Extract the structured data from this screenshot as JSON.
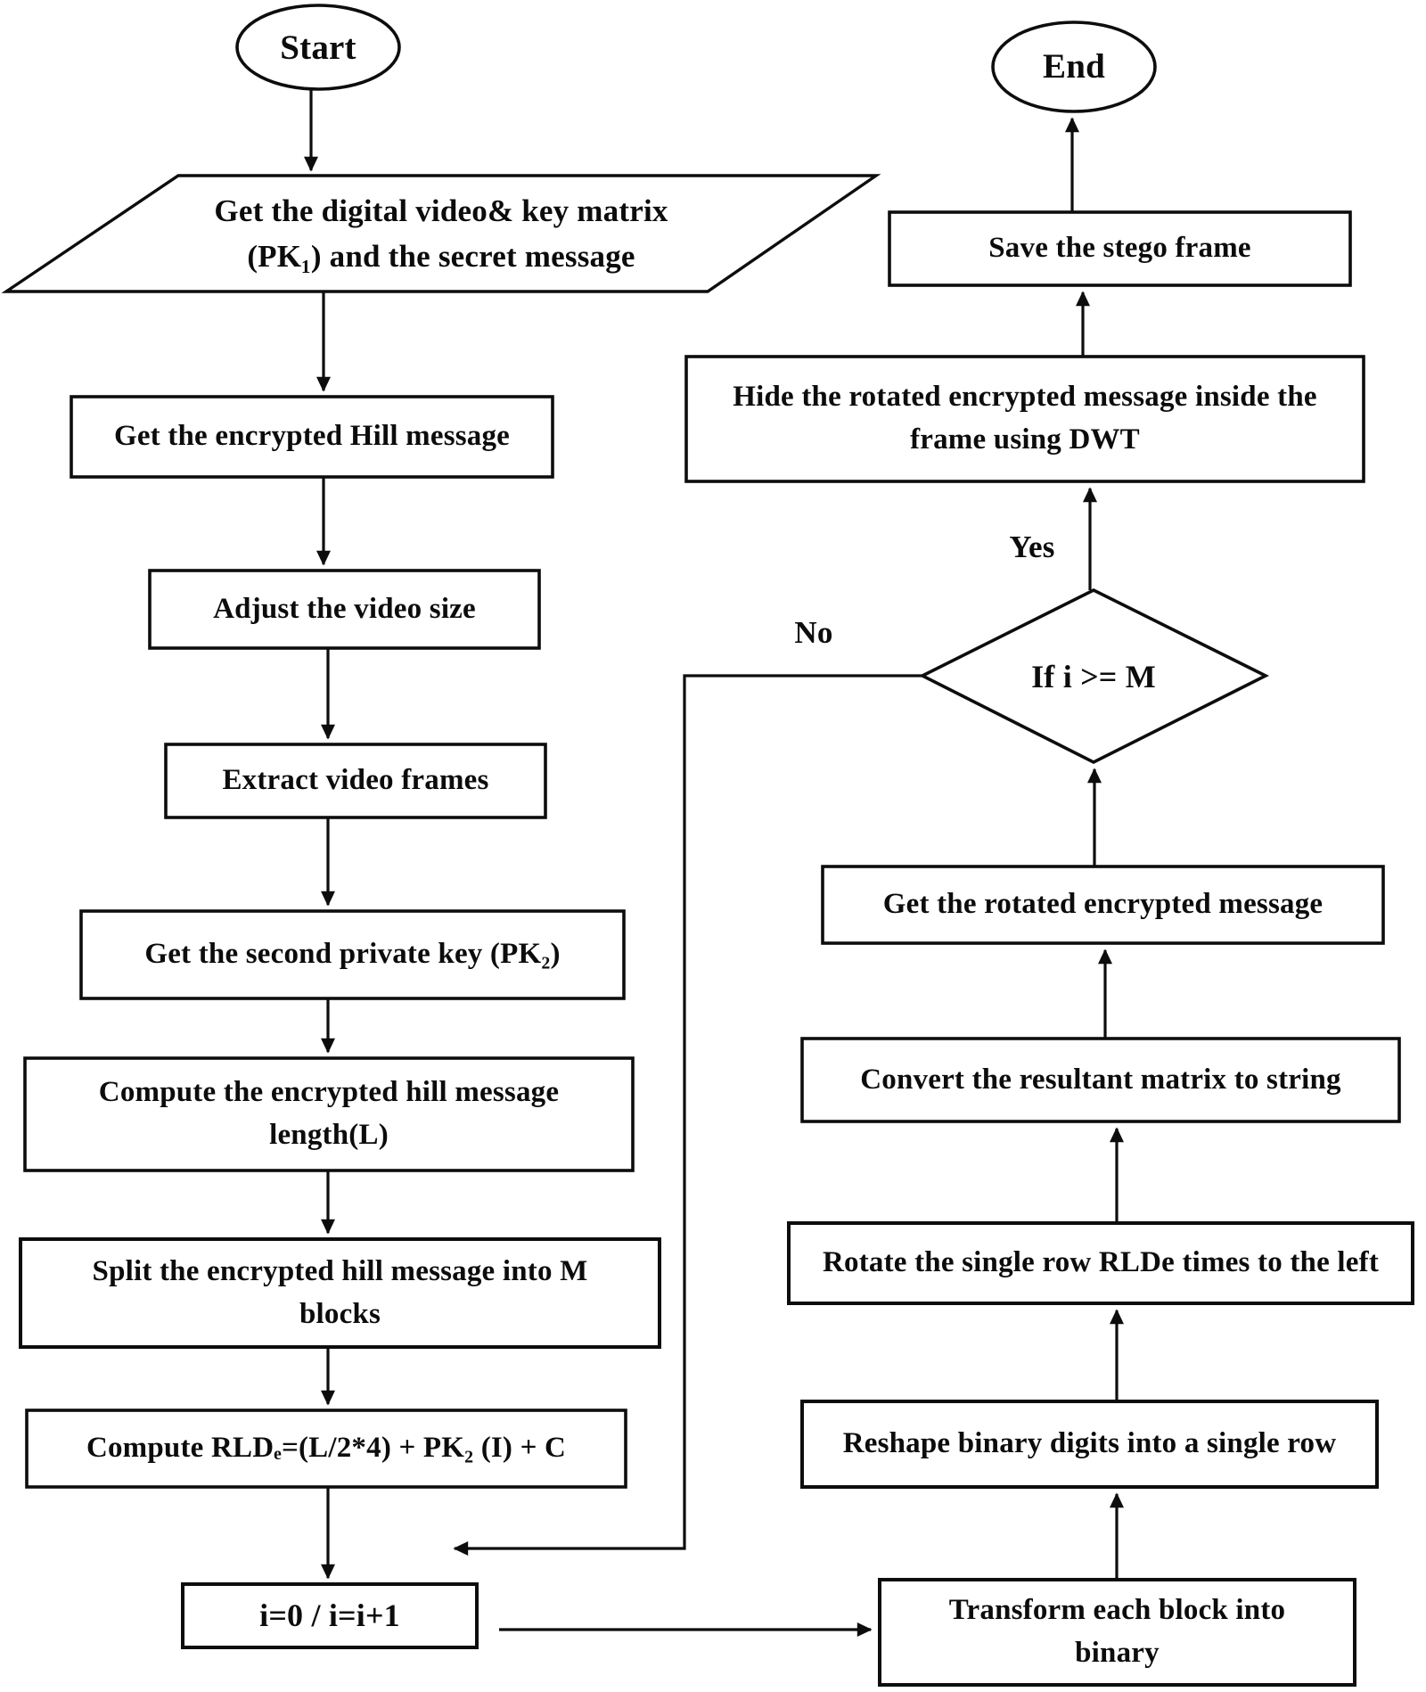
{
  "page": {
    "background": "#ffffff",
    "line_color": "#0d0d0d",
    "text_color": "#0c0c0c"
  },
  "nodes": {
    "start": {
      "type": "terminator",
      "label": "Start"
    },
    "input": {
      "type": "input_parallelogram",
      "label": "Get the  digital video& key matrix\n(PK₁) and the secret message"
    },
    "get_hill": {
      "type": "process",
      "label": "Get the encrypted Hill message"
    },
    "adjust": {
      "type": "process",
      "label": "Adjust the video size"
    },
    "extract": {
      "type": "process",
      "label": "Extract video frames"
    },
    "pk2": {
      "type": "process",
      "label": "Get the second private key (PK₂)"
    },
    "length": {
      "type": "process",
      "label": "Compute the encrypted hill message\nlength(L)"
    },
    "split": {
      "type": "process",
      "label": "Split the encrypted hill message into M\nblocks"
    },
    "rld": {
      "type": "process",
      "label": "Compute RLDₑ=(L/2*4) + PK₂ (I) + C"
    },
    "iterator": {
      "type": "process",
      "label": "i=0 / i=i+1"
    },
    "transform": {
      "type": "process",
      "label": "Transform each block into\nbinary"
    },
    "reshape": {
      "type": "process",
      "label": "Reshape binary digits into a single row"
    },
    "rotate": {
      "type": "process",
      "label": "Rotate the single row RLDe times to the left"
    },
    "convert": {
      "type": "process",
      "label": "Convert the resultant matrix to string"
    },
    "get_rotated": {
      "type": "process",
      "label": "Get the rotated encrypted message"
    },
    "decision": {
      "type": "decision",
      "label": "If i >= M"
    },
    "hide": {
      "type": "process",
      "label": "Hide the rotated encrypted message inside the\nframe using DWT"
    },
    "save": {
      "type": "process",
      "label": "Save the stego frame"
    },
    "end": {
      "type": "terminator",
      "label": "End"
    }
  },
  "branches": {
    "yes_label": "Yes",
    "no_label": "No"
  },
  "edges": [
    {
      "from": "start",
      "to": "input"
    },
    {
      "from": "input",
      "to": "get_hill"
    },
    {
      "from": "get_hill",
      "to": "adjust"
    },
    {
      "from": "adjust",
      "to": "extract"
    },
    {
      "from": "extract",
      "to": "pk2"
    },
    {
      "from": "pk2",
      "to": "length"
    },
    {
      "from": "length",
      "to": "split"
    },
    {
      "from": "split",
      "to": "rld"
    },
    {
      "from": "rld",
      "to": "iterator"
    },
    {
      "from": "iterator",
      "to": "transform"
    },
    {
      "from": "transform",
      "to": "reshape"
    },
    {
      "from": "reshape",
      "to": "rotate"
    },
    {
      "from": "rotate",
      "to": "convert"
    },
    {
      "from": "convert",
      "to": "get_rotated"
    },
    {
      "from": "get_rotated",
      "to": "decision"
    },
    {
      "from": "decision",
      "to": "hide",
      "label": "Yes"
    },
    {
      "from": "decision",
      "to": "iterator",
      "label": "No"
    },
    {
      "from": "hide",
      "to": "save"
    },
    {
      "from": "save",
      "to": "end"
    }
  ]
}
